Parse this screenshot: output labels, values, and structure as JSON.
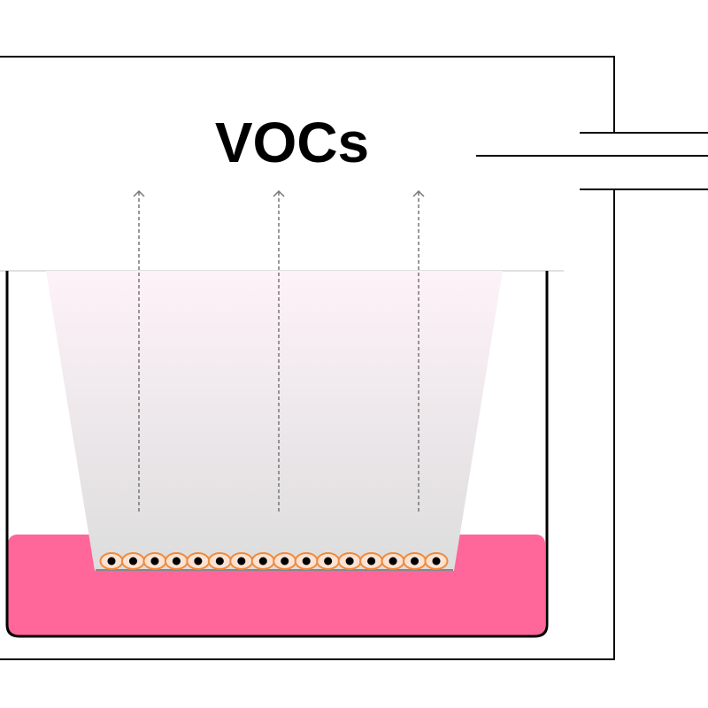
{
  "label": "VOCs",
  "colors": {
    "outline": "#000000",
    "medium": "#ff6699",
    "insert_top": "#fdf2f8",
    "insert_bottom": "#dddddd",
    "arrow": "#777777",
    "cell_fill": "#fbe2d3",
    "cell_outline": "#f08a3c",
    "nucleus": "#000000"
  },
  "arrow_count": 3,
  "cell_count": 16
}
